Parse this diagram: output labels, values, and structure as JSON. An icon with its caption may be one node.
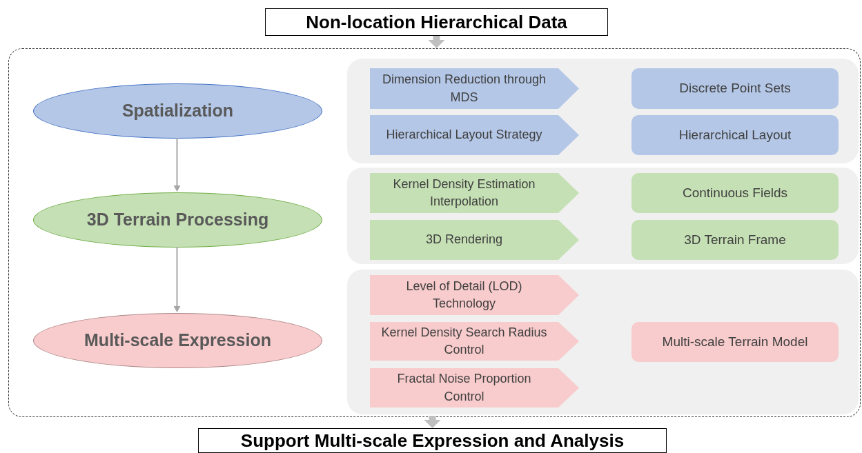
{
  "diagram": {
    "nodes": [
      {
        "text": [
          "Non-location Hierarchical Data"
        ]
      },
      {
        "text": [],
        "shape": "box"
      },
      {
        "text": [
          "Spatialization"
        ],
        "in": 1
      },
      {
        "text": [
          "3D Terrain Processing"
        ],
        "in": 1
      },
      {
        "text": [
          "Multi-scale Expression"
        ],
        "in": 1
      },
      {
        "text": [],
        "shape": "box",
        "in": 1
      },
      {
        "text": [
          "Dimension Reduction through MDS"
        ],
        "in": 5
      },
      {
        "text": [
          "Discrete Point Sets"
        ],
        "in": 5
      },
      {
        "text": [
          "Hierarchical Layout Strategy"
        ],
        "in": 5
      },
      {
        "text": [
          "Hierarchical Layout"
        ],
        "in": 5
      },
      {
        "text": [],
        "shape": "box",
        "in": 1
      },
      {
        "text": [
          "Kernel Density Estimation Interpolation"
        ],
        "in": 10
      },
      {
        "text": [
          "Continuous Fields"
        ],
        "in": 10
      },
      {
        "text": [
          "3D Rendering"
        ],
        "in": 10
      },
      {
        "text": [
          "3D Terrain Frame"
        ],
        "in": 10
      },
      {
        "text": [],
        "shape": "box",
        "in": 1
      },
      {
        "text": [
          "Level of Detail (LOD) Technology"
        ],
        "in": 15
      },
      {
        "text": [
          "Kernel Density Search Radius Control"
        ],
        "in": 15
      },
      {
        "text": [
          "Multi-scale Terrain Model"
        ],
        "in": 15
      },
      {
        "text": [
          "Fractal Noise Proportion Control"
        ],
        "in": 15
      },
      {
        "text": [
          "Support Multi-scale Expression and Analysis"
        ]
      }
    ],
    "edges": [
      {
        "from": 0,
        "to": 1,
        "arrow": "to",
        "style": "thick"
      },
      {
        "from": 2,
        "to": 3,
        "arrow": "to"
      },
      {
        "from": 3,
        "to": 4,
        "arrow": "to"
      },
      {
        "from": 1,
        "to": 20,
        "arrow": "to",
        "style": "thick"
      }
    ]
  }
}
